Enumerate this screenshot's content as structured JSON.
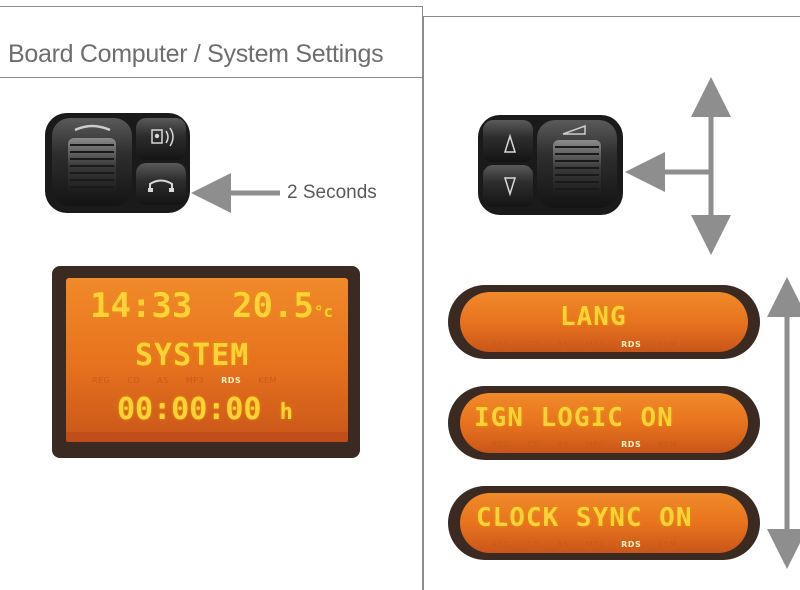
{
  "header": {
    "title": "Board Computer / System Settings"
  },
  "hint": {
    "hold_duration": "2 Seconds"
  },
  "main_display": {
    "time": "14:33",
    "temperature": "20.5",
    "temperature_unit": "°c",
    "mode": "SYSTEM",
    "timer": "00:00:00",
    "timer_unit": "h",
    "indicators": [
      "REG",
      "CD",
      "AS",
      "MP3",
      "RDS",
      "KEM"
    ]
  },
  "menu_displays": [
    {
      "text": "LANG",
      "indicators": [
        "REG",
        "CD",
        "AS",
        "MP3",
        "RDS",
        "KEM"
      ]
    },
    {
      "text": "IGN LOGIC ON",
      "indicators": [
        "REG",
        "CD",
        "AS",
        "MP3",
        "RDS",
        "KEM"
      ]
    },
    {
      "text": "CLOCK SYNC ON",
      "indicators": [
        "REG",
        "CD",
        "AS",
        "MP3",
        "RDS",
        "KEM"
      ]
    }
  ],
  "colors": {
    "lcd_background": "#e8731e",
    "lcd_text": "#ffd23a",
    "frame": "#3a2a22",
    "arrow": "#8e8e8e"
  },
  "icons": [
    "steering-wheel-control-left",
    "steering-wheel-control-right",
    "phone-icon",
    "voice-icon",
    "triangle-up-icon",
    "triangle-down-icon"
  ]
}
